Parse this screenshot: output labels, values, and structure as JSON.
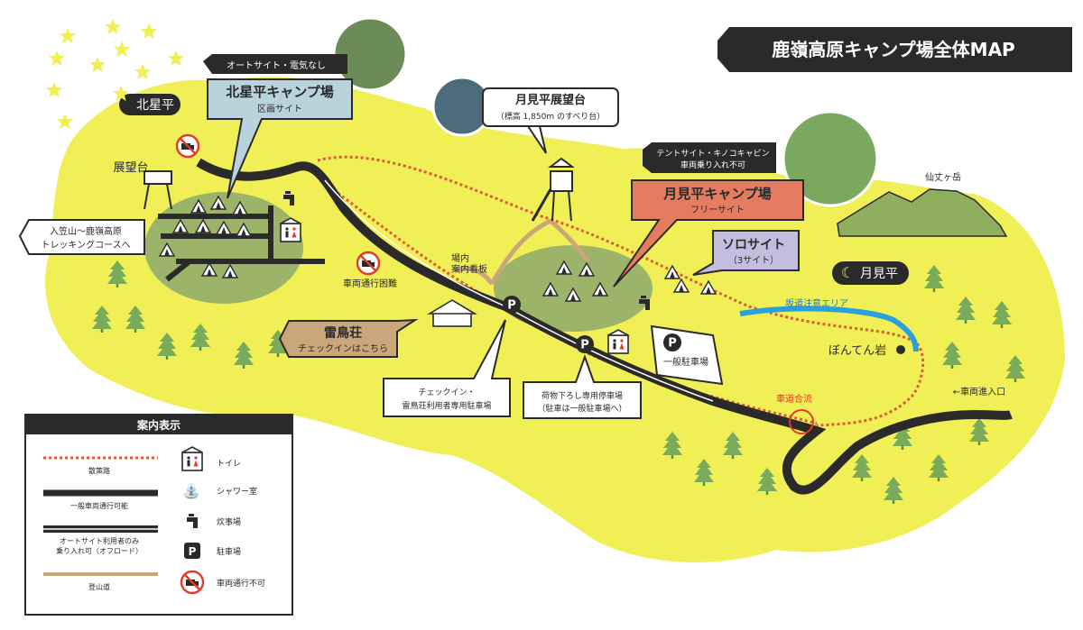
{
  "title": "鹿嶺高原キャンプ場全体MAP",
  "colors": {
    "land": "#f0ef55",
    "forest": "#9cb36a",
    "tree": "#7aab5a",
    "road": "#2a2a2a",
    "walkpath": "#e8734a",
    "hikepath": "#c9a77b",
    "hokusei": "#b9d3dc",
    "tsukimi": "#e57b5f",
    "solo": "#c4bde0",
    "raicho": "#c9a77b",
    "slope": "#2aa0dc"
  },
  "places": {
    "hokuseidaira": "北星平",
    "tsukimidaira": "月見平",
    "tenbodai": "展望台",
    "senjo": "仙丈ヶ岳",
    "bonten": "ぼんてん岩",
    "signboard": "場内\n案内看板",
    "difficult": "車両通行困難",
    "merge": "車道合流",
    "entrance": "←車両進入口",
    "slope_area": "坂道注意エリア"
  },
  "callouts": {
    "hokusei_top": "オートサイト・電気なし",
    "hokusei_name": "北星平キャンプ場",
    "hokusei_sub": "区画サイト",
    "observatory_name": "月見平展望台",
    "observatory_sub": "（標高 1,850m のすべり台）",
    "tsukimi_top1": "テントサイト・キノコキャビン",
    "tsukimi_top2": "車両乗り入れ不可",
    "tsukimi_name": "月見平キャンプ場",
    "tsukimi_sub": "フリーサイト",
    "solo_name": "ソロサイト",
    "solo_sub": "（3サイト）",
    "trek1": "入笠山〜鹿嶺高原",
    "trek2": "トレッキングコースへ",
    "raicho_name": "雷鳥荘",
    "raicho_sub": "チェックインはこちら",
    "checkin_p1": "チェックイン・",
    "checkin_p2": "雷鳥荘利用者専用駐車場",
    "unload_p1": "荷物下ろし専用停車場",
    "unload_p2": "（駐車は一般駐車場へ）",
    "general_p": "一般駐車場"
  },
  "legend": {
    "title": "案内表示",
    "walk": "散策路",
    "road": "一般車両通行可能",
    "auto1": "オートサイト利用者のみ",
    "auto2": "乗り入れ可（オフロード）",
    "hike": "登山道",
    "toilet": "トイレ",
    "shower": "シャワー室",
    "kitchen": "炊事場",
    "parking": "駐車場",
    "noentry": "車両通行不可",
    "p_letter": "P"
  }
}
